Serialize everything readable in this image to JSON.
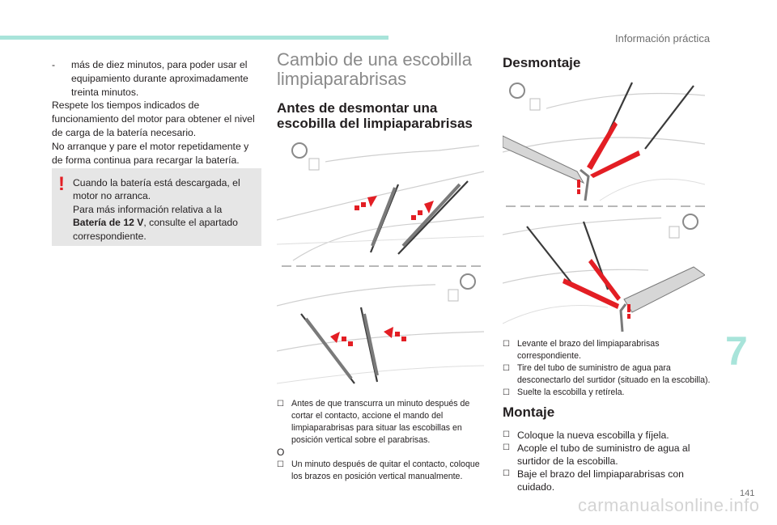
{
  "header": {
    "section_title": "Información práctica"
  },
  "col1": {
    "dash_item": "más de diez minutos, para poder usar el equipamiento durante aproximadamente treinta minutos.",
    "para1": "Respete los tiempos indicados de funcionamiento del motor para obtener el nivel de carga de la batería necesario.",
    "para2": "No arranque y pare el motor repetidamente y de forma continua para recargar la batería.",
    "warning": {
      "line1": "Cuando la batería está descargada, el motor no arranca.",
      "line2_pre": "Para más información relativa a la",
      "line2_bold": "Batería de 12 V",
      "line2_post": ", consulte el apartado correspondiente."
    }
  },
  "col2": {
    "title": "Cambio de una escobilla limpiaparabrisas",
    "subtitle": "Antes de desmontar una escobilla del limpiaparabrisas",
    "bullet1": "Antes de que transcurra un minuto después de cortar el contacto, accione el mando del limpiaparabrisas para situar las escobillas en posición vertical sobre el parabrisas.",
    "or_text": "O",
    "bullet2": "Un minuto después de quitar el contacto, coloque los brazos en posición vertical manualmente."
  },
  "col3": {
    "title_desmontaje": "Desmontaje",
    "desm_bullets": [
      "Levante el brazo del limpiaparabrisas correspondiente.",
      "Tire del tubo de suministro de agua para desconectarlo del surtidor (situado en la escobilla).",
      "Suelte la escobilla y retírela."
    ],
    "title_montaje": "Montaje",
    "mont_bullets": [
      "Coloque la nueva escobilla y fíjela.",
      "Acople el tubo de suministro de agua al surtidor de la escobilla.",
      "Baje el brazo del limpiaparabrisas con cuidado."
    ]
  },
  "chapter_number": "7",
  "page_number": "141",
  "watermark": "carmanualsonline.info",
  "colors": {
    "accent": "#a8e4da",
    "warning_red": "#e31e24",
    "box_grey": "#e6e6e6"
  }
}
